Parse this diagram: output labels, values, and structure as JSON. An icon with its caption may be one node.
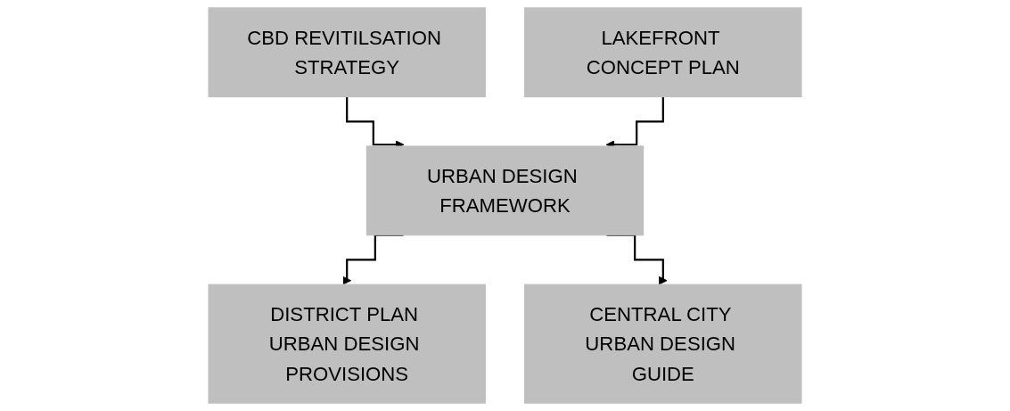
{
  "diagram": {
    "nodes": [
      {
        "text": [
          "CBD REVITILSATION STRATEGY"
        ]
      },
      {
        "text": [
          "LAKEFRONT CONCEPT PLAN"
        ]
      },
      {
        "text": [
          "URBAN DESIGN FRAMEWORK"
        ]
      },
      {
        "text": [
          "DISTRICT PLAN URBAN DESIGN PROVISIONS"
        ]
      },
      {
        "text": [
          "CENTRAL CITY URBAN DESIGN GUIDE"
        ]
      }
    ],
    "edges": [
      {
        "from": 0,
        "to": 2,
        "arrow": "to"
      },
      {
        "from": 1,
        "to": 2,
        "arrow": "to"
      },
      {
        "from": 2,
        "to": 3,
        "arrow": "to"
      },
      {
        "from": 2,
        "to": 4,
        "arrow": "to"
      }
    ]
  }
}
